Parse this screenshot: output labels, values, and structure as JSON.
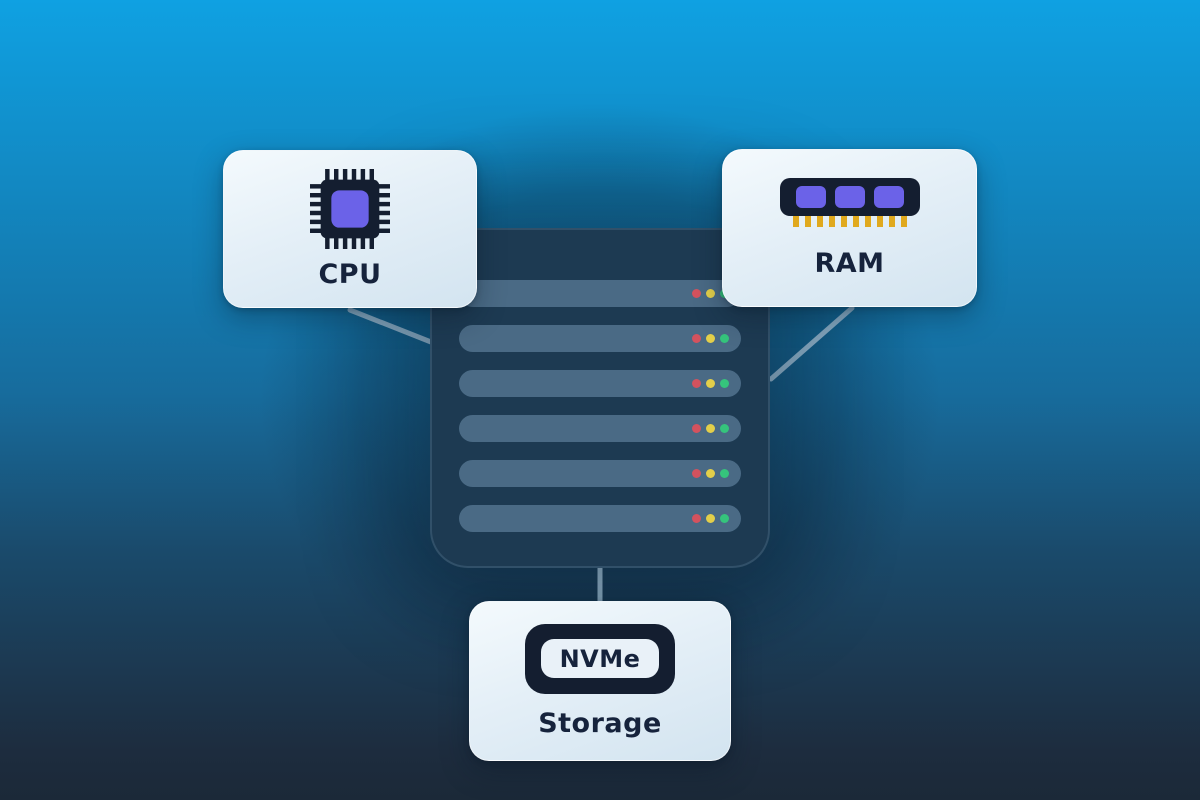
{
  "cards": {
    "cpu": {
      "label": "CPU",
      "icon": "cpu-chip-icon"
    },
    "ram": {
      "label": "RAM",
      "icon": "ram-module-icon"
    },
    "storage": {
      "label": "Storage",
      "badge": "NVMe",
      "icon": "nvme-ssd-icon"
    }
  },
  "server": {
    "slots": [
      {
        "leds": [
          "red",
          "yellow",
          "green"
        ]
      },
      {
        "leds": [
          "red",
          "yellow",
          "green"
        ]
      },
      {
        "leds": [
          "red",
          "yellow",
          "green"
        ]
      },
      {
        "leds": [
          "red",
          "yellow",
          "green"
        ]
      },
      {
        "leds": [
          "red",
          "yellow",
          "green"
        ]
      },
      {
        "leds": [
          "red",
          "yellow",
          "green"
        ]
      }
    ]
  },
  "colors": {
    "led_red": "#d4525e",
    "led_yellow": "#e3cf4a",
    "led_green": "#35c47c",
    "accent_purple": "#6b62e8",
    "pin_gold": "#e0a91e",
    "chassis_navy": "#1d3a52",
    "chassis_dark": "#141e30",
    "slot_blue": "#4a6a85",
    "line": "#9dbdd3",
    "card_text": "#16233c"
  }
}
